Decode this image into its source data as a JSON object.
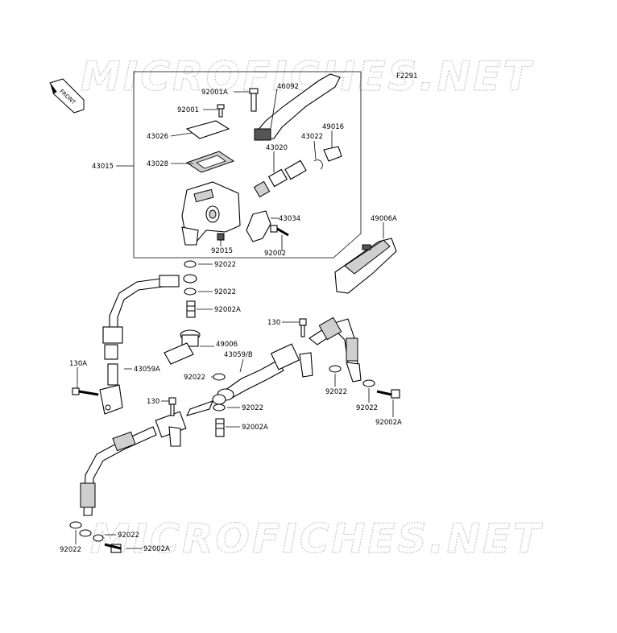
{
  "watermark": "MICROFICHES.NET",
  "figure_code": "F2291",
  "front_marker": "FRONT",
  "part_labels": {
    "p92001A": "92001A",
    "p46092": "46092",
    "p92001": "92001",
    "p43026": "43026",
    "p49016": "49016",
    "p43022": "43022",
    "p43015": "43015",
    "p43028": "43028",
    "p43020": "43020",
    "p43034": "43034",
    "p92015": "92015",
    "p92002_top": "92002",
    "p49006A": "49006A",
    "p92022_a": "92022",
    "p92022_b": "92022",
    "p92002A_a": "92002A",
    "p130_a": "130",
    "p49006": "49006",
    "p43059B": "43059/B",
    "p130A": "130A",
    "p43059A": "43059A",
    "p92022_c": "92022",
    "p92022_d": "92022",
    "p130_b": "130",
    "p92022_e": "92022",
    "p92022_f": "92022",
    "p92002A_b": "92002A",
    "p92002A_c": "92002A",
    "p92022_g": "92022",
    "p92022_h": "92022",
    "p92002A_d": "92002A"
  }
}
